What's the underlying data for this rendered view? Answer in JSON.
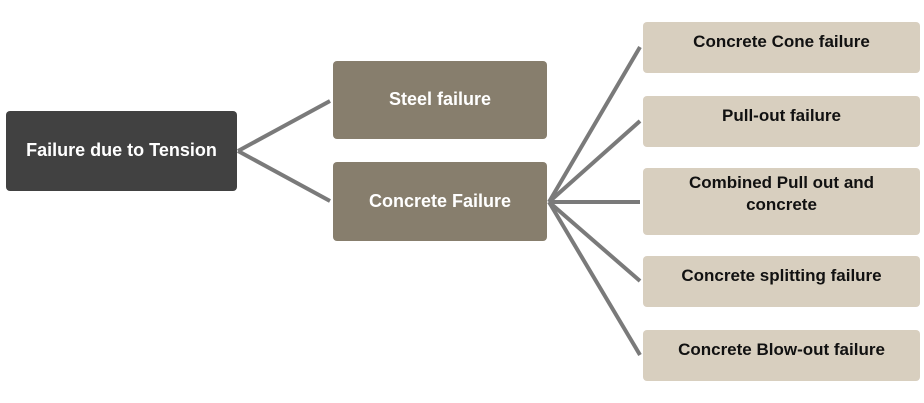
{
  "diagram": {
    "root": {
      "label": "Failure due to Tension"
    },
    "branches": [
      {
        "label": "Steel failure"
      },
      {
        "label": "Concrete Failure"
      }
    ],
    "concrete_failure_modes": [
      {
        "label": "Concrete Cone failure"
      },
      {
        "label": "Pull-out failure"
      },
      {
        "label": "Combined Pull out and concrete"
      },
      {
        "label": "Concrete splitting failure"
      },
      {
        "label": "Concrete Blow-out failure"
      }
    ],
    "colors": {
      "root": "#414141",
      "branch": "#877e6d",
      "leaf": "#d8cfbf",
      "connector": "#7a7a7a"
    }
  }
}
